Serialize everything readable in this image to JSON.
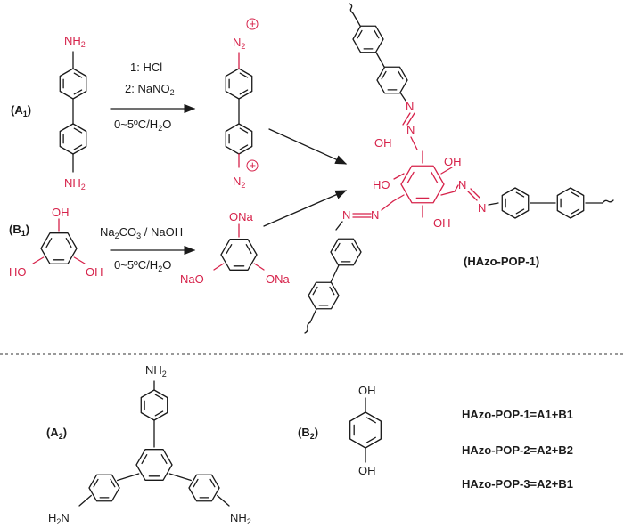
{
  "labels": {
    "a1": "A",
    "a1_sub": "1",
    "b1": "B",
    "b1_sub": "1",
    "a2": "A",
    "a2_sub": "2",
    "b2": "B",
    "b2_sub": "2",
    "product": "(HAzo-POP-1)"
  },
  "reagents": {
    "step1": "1: HCl",
    "step2_pre": "2: NaNO",
    "step2_sub": "2",
    "cond1": "0~5ºC/H",
    "cond1_sub": "2",
    "cond1_post": "O",
    "base_pre": "Na",
    "base_sub1": "2",
    "base_mid": "CO",
    "base_sub2": "3",
    "base_post": " / NaOH",
    "cond2": "0~5ºC/H",
    "cond2_sub": "2",
    "cond2_post": "O"
  },
  "groups": {
    "nh2": "NH",
    "nh2_sub": "2",
    "h2n": "H",
    "h2n_sub": "2",
    "h2n_post": "N",
    "n": "N",
    "n_sub": "2",
    "plus": "+",
    "oh": "OH",
    "ho": "HO",
    "ona": "ONa",
    "nao": "NaO",
    "n_atom": "N"
  },
  "formulas": [
    "HAzo-POP-1=A1+B1",
    "HAzo-POP-2=A2+B2",
    "HAzo-POP-3=A2+B1"
  ],
  "colors": {
    "highlight": "#d6224a",
    "ink": "#1a1a1a"
  }
}
